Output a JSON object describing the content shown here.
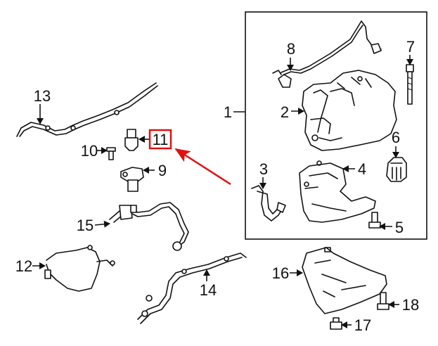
{
  "diagram": {
    "callouts": {
      "c1": "1",
      "c2": "2",
      "c3": "3",
      "c4": "4",
      "c5": "5",
      "c6": "6",
      "c7": "7",
      "c8": "8",
      "c9": "9",
      "c10": "10",
      "c11": "11",
      "c12": "12",
      "c13": "13",
      "c14": "14",
      "c15": "15",
      "c16": "16",
      "c17": "17",
      "c18": "18"
    },
    "colors": {
      "line": "#111111",
      "highlight": "#e01010",
      "background": "#ffffff"
    },
    "highlighted_part": "11"
  }
}
